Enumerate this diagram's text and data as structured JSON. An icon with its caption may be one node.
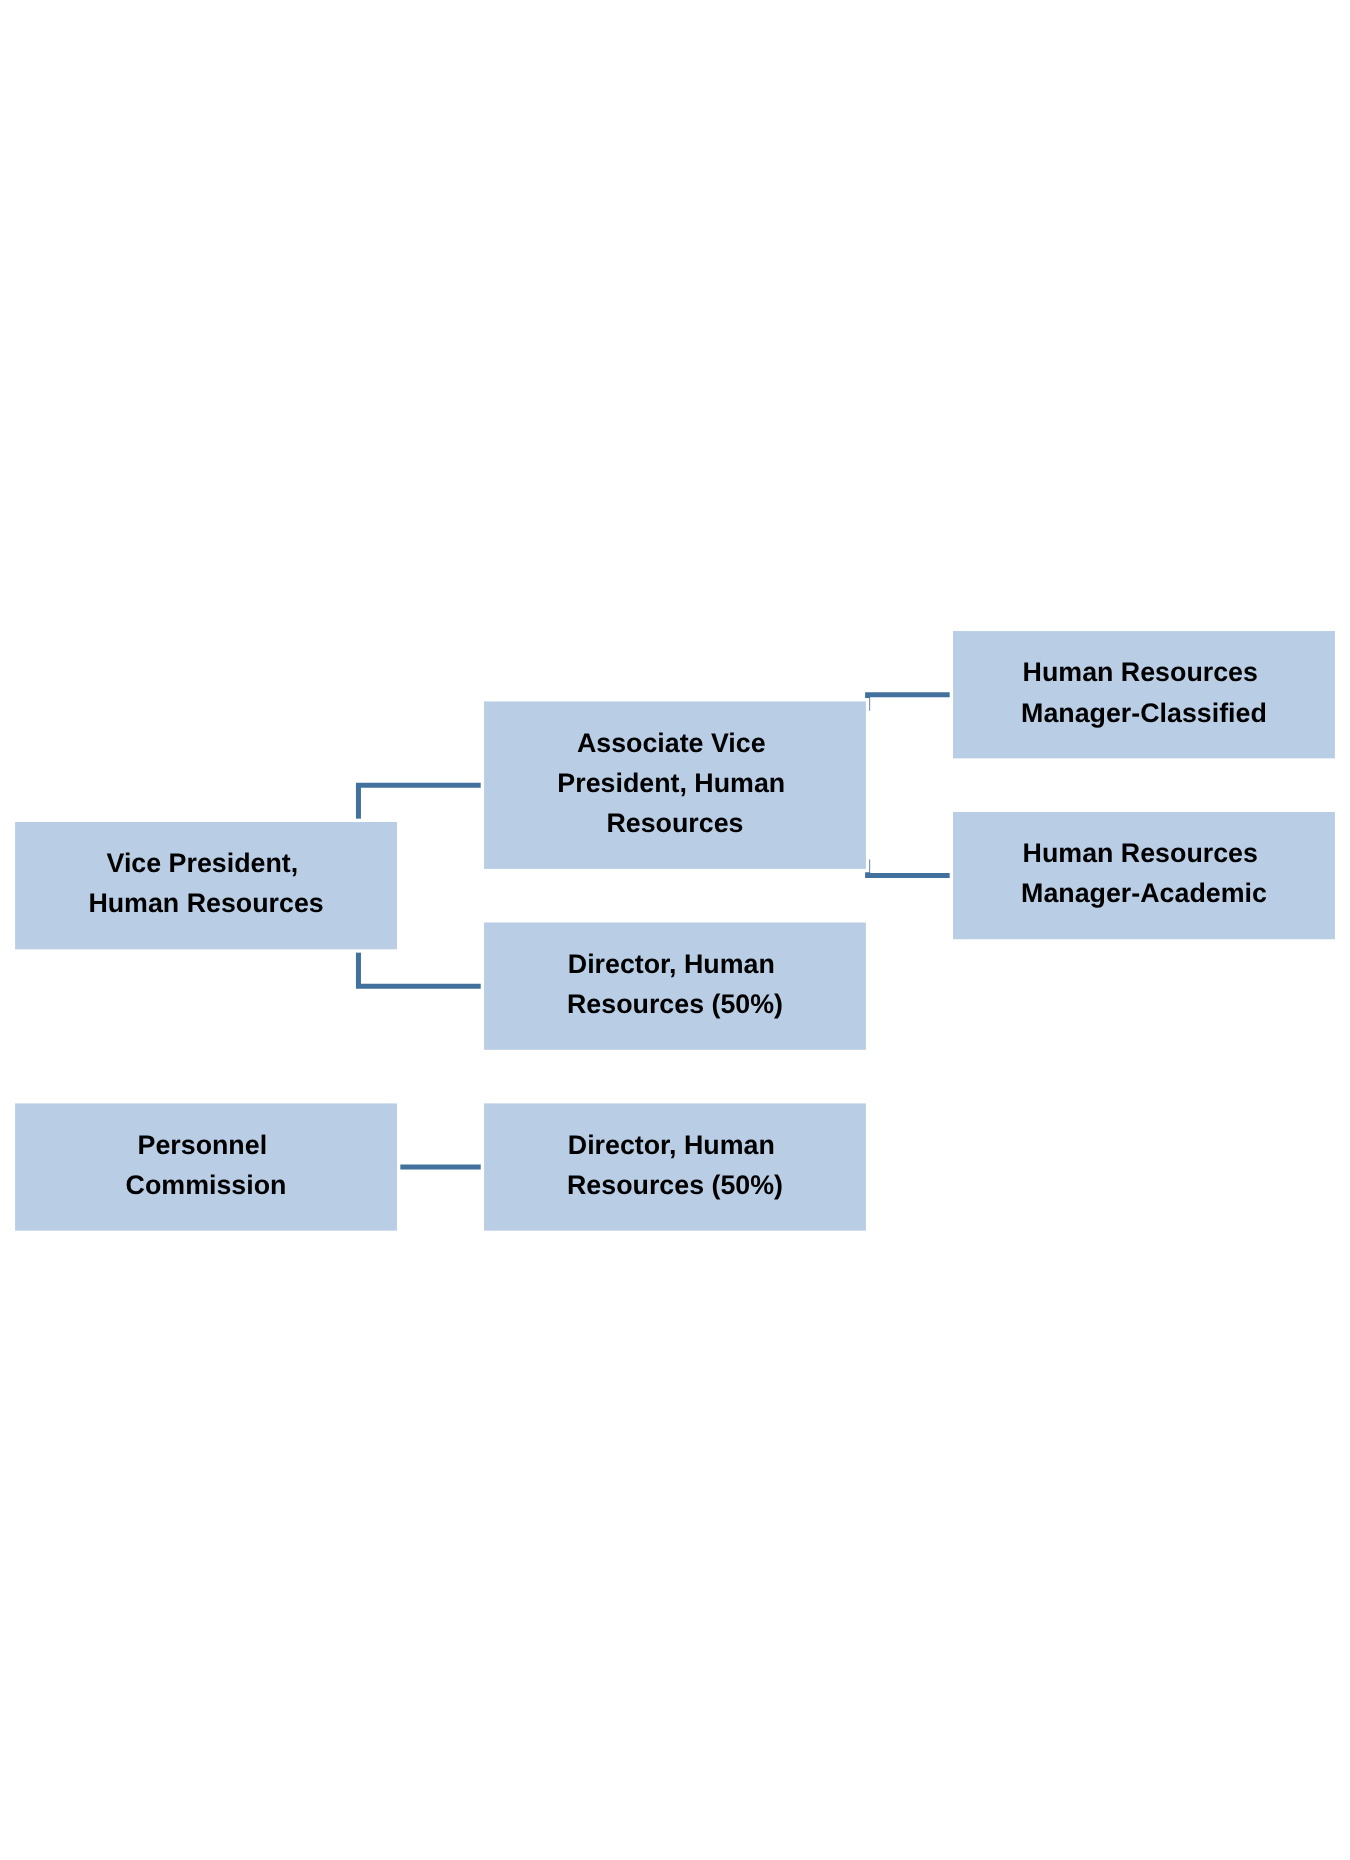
{
  "diagram": {
    "nodes": [
      {
        "text": [
          "Vice President, Human Resources"
        ]
      },
      {
        "text": [
          "Associate Vice President, Human Resources"
        ]
      },
      {
        "text": [
          "Director, Human Resources (50%)"
        ]
      },
      {
        "text": [
          "Human Resources Manager-Classified"
        ]
      },
      {
        "text": [
          "Human Resources Manager-Academic"
        ]
      },
      {
        "text": [
          "Personnel Commission"
        ]
      },
      {
        "text": [
          "Director, Human Resources (50%)"
        ]
      }
    ],
    "edges": [
      {
        "from": 0,
        "to": 1,
        "arrow": "none"
      },
      {
        "from": 0,
        "to": 2,
        "arrow": "none"
      },
      {
        "from": 1,
        "to": 3,
        "arrow": "none"
      },
      {
        "from": 1,
        "to": 4,
        "arrow": "none"
      },
      {
        "from": 5,
        "to": 6,
        "arrow": "none"
      }
    ]
  }
}
